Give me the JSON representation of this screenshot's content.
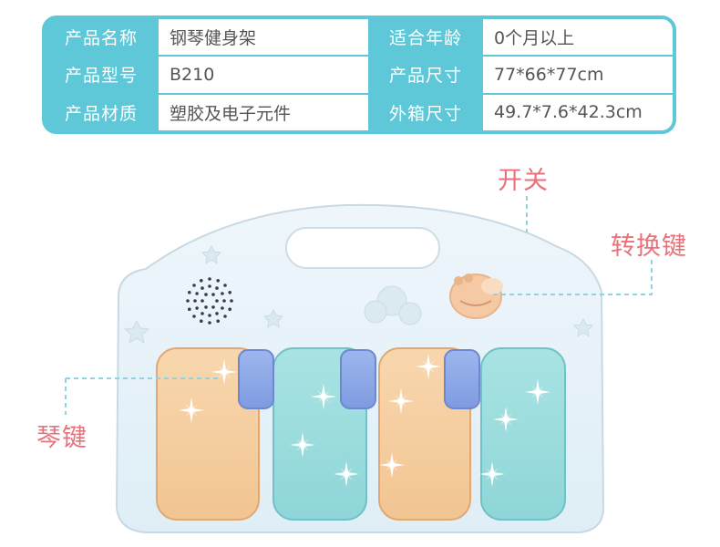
{
  "spec_table": {
    "rows": [
      {
        "label_left": "产品名称",
        "value_left": "钢琴健身架",
        "label_right": "适合年龄",
        "value_right": "0个月以上"
      },
      {
        "label_left": "产品型号",
        "value_left": "B210",
        "label_right": "产品尺寸",
        "value_right": "77*66*77cm"
      },
      {
        "label_left": "产品材质",
        "value_left": "塑胶及电子元件",
        "label_right": "外箱尺寸",
        "value_right": "49.7*7.6*42.3cm"
      }
    ]
  },
  "annotations": {
    "switch": "开关",
    "toggle_key": "转换键",
    "piano_keys": "琴键"
  },
  "colors": {
    "table_border": "#5ec8d8",
    "annotation_text": "#e8727c",
    "dash_line": "#8fd3e0",
    "key_orange": "#f6cfa0",
    "key_teal": "#9fdede",
    "key_purple": "#8aa6e6"
  }
}
